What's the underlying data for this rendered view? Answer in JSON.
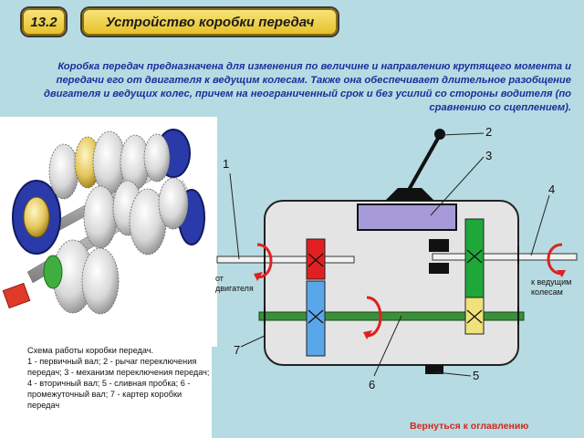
{
  "header": {
    "section_number": "13.2",
    "title": "Устройство коробки передач"
  },
  "intro_text": "Коробка передач предназначена для изменения по величине и направлению крутящего момента и передачи его от двигателя к ведущим колесам. Также она обеспечивает длительное разобщение двигателя и ведущих колес, причем на неограниченный срок и без усилий со стороны водителя (по сравнению со сцеплением).",
  "caption": "Схема работы коробки передач.\n1 - первичный вал; 2 - рычаг переключения передач; 3 - механизм переключения передач; 4 - вторичный вал; 5 - сливная пробка; 6 - промежуточный вал; 7 - картер коробки передач",
  "diagram": {
    "callouts": [
      "1",
      "2",
      "3",
      "4",
      "5",
      "6",
      "7"
    ],
    "from_engine_label": "от\nдвигателя",
    "to_wheels_label": "к ведущим\nколесам"
  },
  "footer": {
    "back_link": "Вернуться к оглавлению"
  },
  "colors": {
    "background": "#b7dbe2",
    "badge": "#f0d24a",
    "intro_text": "#1b2f9c",
    "back_link": "#d4261a",
    "housing": "#e4e4e4",
    "shaft": "#3a8f3a",
    "gear_red": "#e02020",
    "gear_blue": "#5aa6ea",
    "gear_green": "#1fa83a",
    "gear_yellow": "#f0e27a",
    "mechanism": "#a79ad8"
  }
}
